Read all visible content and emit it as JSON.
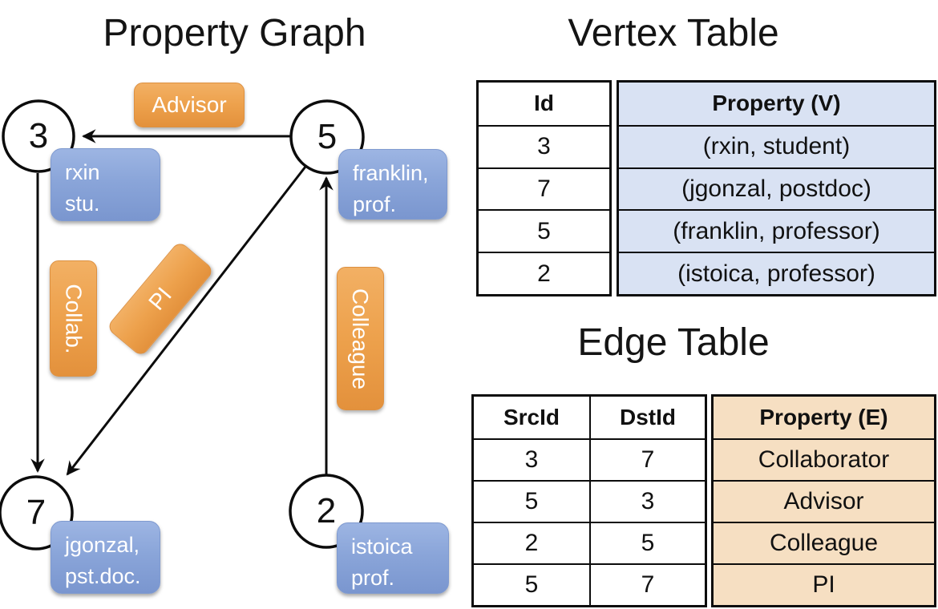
{
  "graph": {
    "title": "Property Graph",
    "nodes": [
      {
        "id": "3",
        "line1": "rxin",
        "line2": "stu."
      },
      {
        "id": "5",
        "line1": "franklin,",
        "line2": "prof."
      },
      {
        "id": "7",
        "line1": "jgonzal,",
        "line2": "pst.doc."
      },
      {
        "id": "2",
        "line1": "istoica",
        "line2": "prof."
      }
    ],
    "edge_labels": {
      "advisor": "Advisor",
      "collab": "Collab.",
      "pi": "PI",
      "colleague": "Colleague"
    }
  },
  "vertex_table": {
    "title": "Vertex Table",
    "headers": {
      "id": "Id",
      "property": "Property (V)"
    },
    "rows": [
      {
        "id": "3",
        "property": "(rxin, student)"
      },
      {
        "id": "7",
        "property": "(jgonzal, postdoc)"
      },
      {
        "id": "5",
        "property": "(franklin, professor)"
      },
      {
        "id": "2",
        "property": "(istoica, professor)"
      }
    ]
  },
  "edge_table": {
    "title": "Edge Table",
    "headers": {
      "src": "SrcId",
      "dst": "DstId",
      "property": "Property (E)"
    },
    "rows": [
      {
        "src": "3",
        "dst": "7",
        "property": "Collaborator"
      },
      {
        "src": "5",
        "dst": "3",
        "property": "Advisor"
      },
      {
        "src": "2",
        "dst": "5",
        "property": "Colleague"
      },
      {
        "src": "5",
        "dst": "7",
        "property": "PI"
      }
    ]
  },
  "colors": {
    "edge_label_orange": "#EDA14C",
    "vertex_box_blue": "#8AA5D9",
    "vertex_cell_bg": "#D9E2F3",
    "edge_cell_bg": "#F6DFC2"
  }
}
